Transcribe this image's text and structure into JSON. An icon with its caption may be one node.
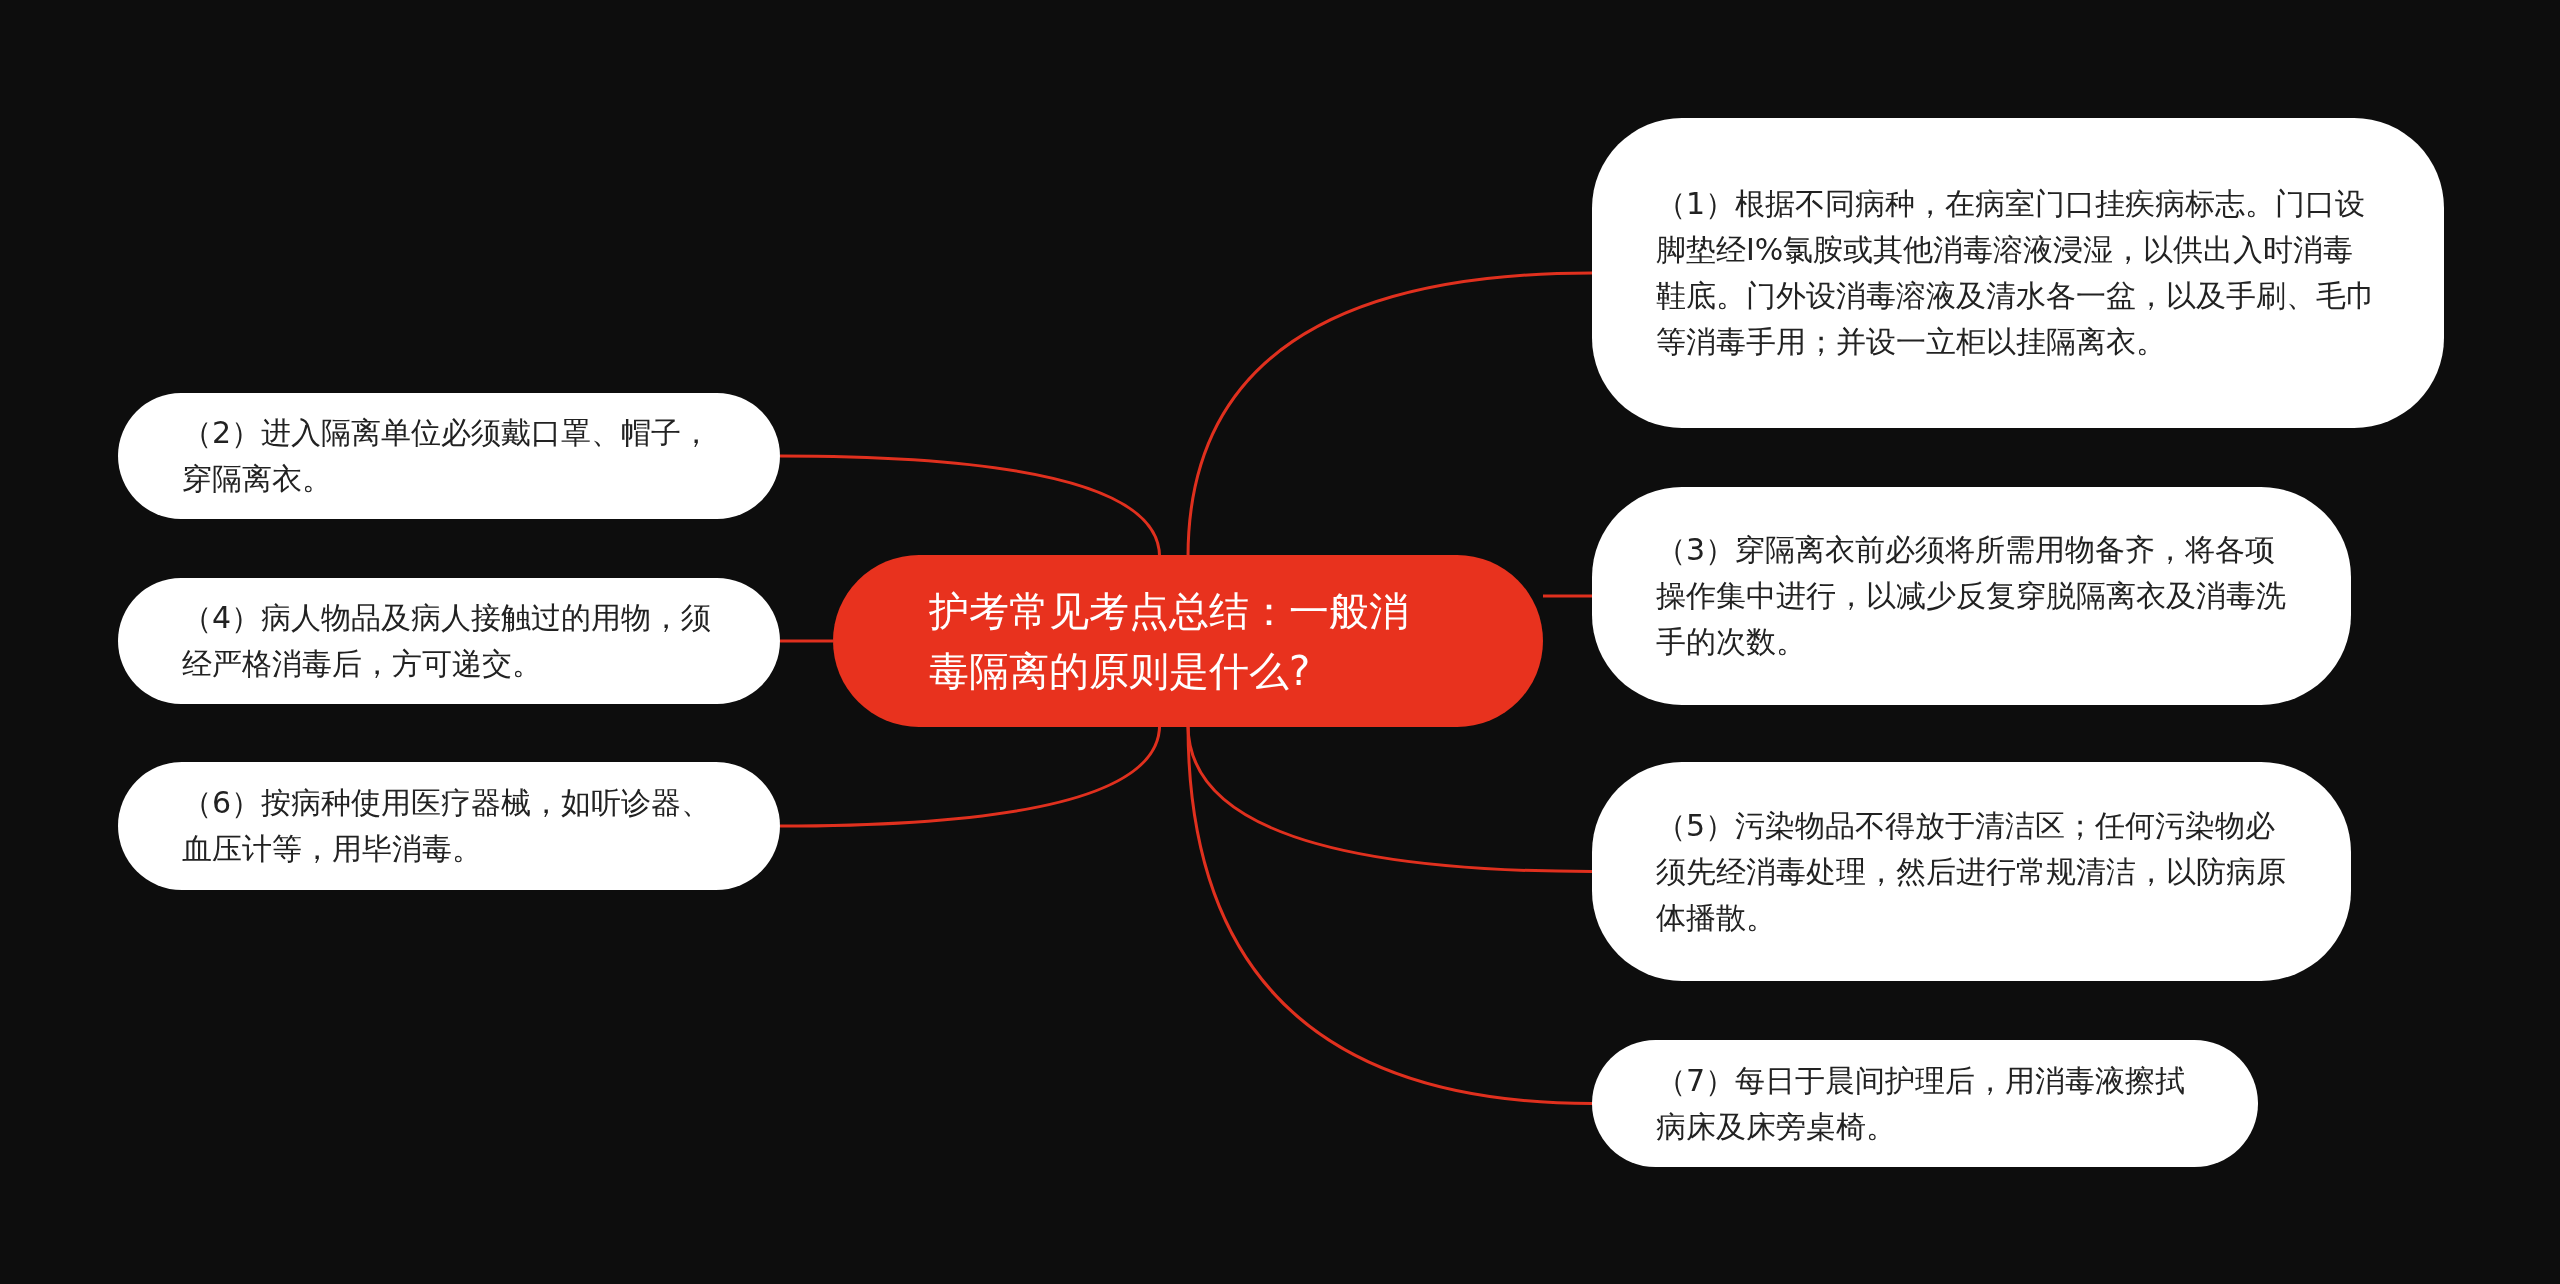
{
  "diagram": {
    "nodes": [
      {
        "text": [
          "护考常见考点总结：一般消毒隔离的原则是什么?"
        ]
      },
      {
        "text": [
          "（1）根据不同病种，在病室门口挂疾病标志。门口设脚垫经I%氯胺或其他消毒溶液浸湿，以供出入时消毒鞋底。门外设消毒溶液及清水各一盆，以及手刷、毛巾等消毒手用；并设一立柜以挂隔离衣。"
        ]
      },
      {
        "text": [
          "（2）进入隔离单位必须戴口罩、帽子，穿隔离衣。"
        ]
      },
      {
        "text": [
          "（3）穿隔离衣前必须将所需用物备齐，将各项操作集中进行，以减少反复穿脱隔离衣及消毒洗手的次数。"
        ]
      },
      {
        "text": [
          "（4）病人物品及病人接触过的用物，须经严格消毒后，方可递交。"
        ]
      },
      {
        "text": [
          "（5）污染物品不得放于清洁区；任何污染物必须先经消毒处理，然后进行常规清洁，以防病原体播散。"
        ]
      },
      {
        "text": [
          "（6）按病种使用医疗器械，如听诊器、血压计等，用毕消毒。"
        ]
      },
      {
        "text": [
          "（7）每日于晨间护理后，用消毒液擦拭病床及床旁桌椅。"
        ]
      }
    ],
    "edges": [
      {
        "from": 0,
        "to": 1,
        "arrow": "none"
      },
      {
        "from": 0,
        "to": 2,
        "arrow": "none"
      },
      {
        "from": 0,
        "to": 3,
        "arrow": "none"
      },
      {
        "from": 0,
        "to": 4,
        "arrow": "none"
      },
      {
        "from": 0,
        "to": 5,
        "arrow": "none"
      },
      {
        "from": 0,
        "to": 6,
        "arrow": "none"
      },
      {
        "from": 0,
        "to": 7,
        "arrow": "none"
      }
    ]
  }
}
